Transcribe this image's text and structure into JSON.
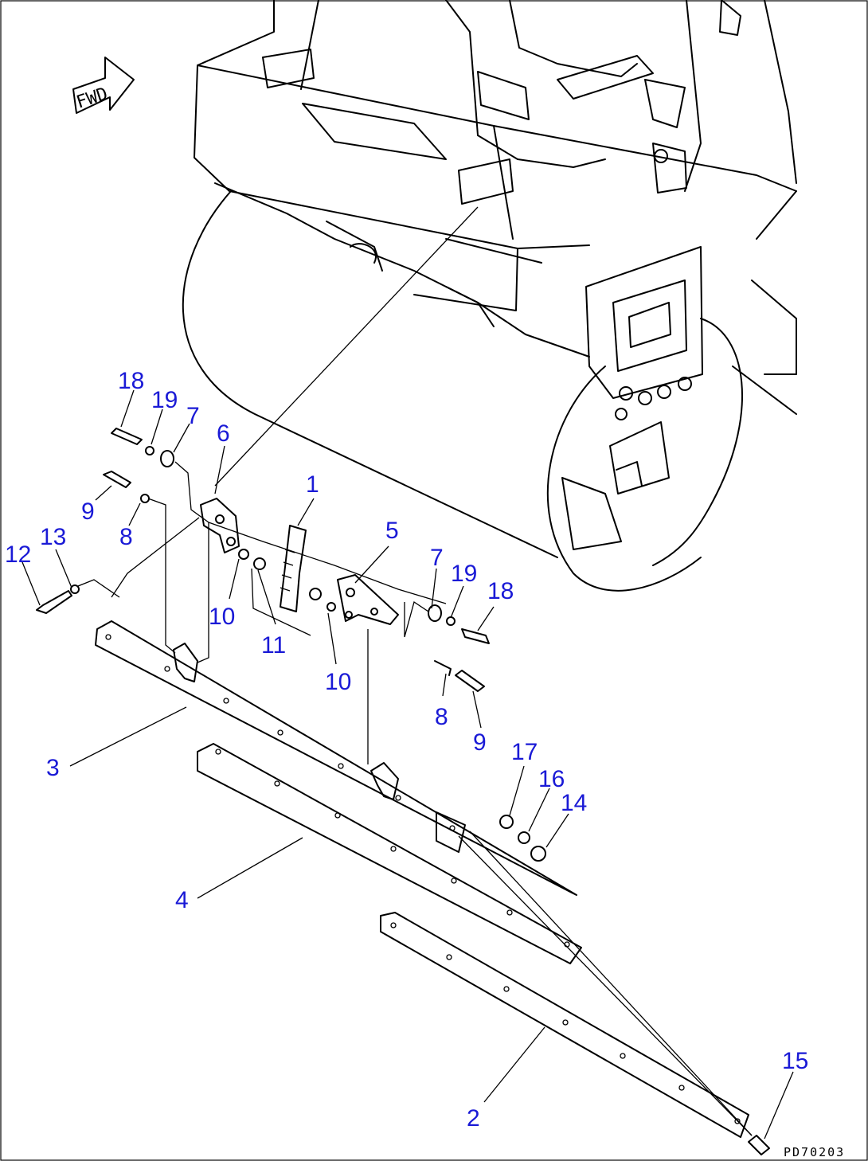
{
  "fwd_label": "FWD",
  "drawing_code": "PD70203",
  "callout_color": "#1a1ad6",
  "callouts": [
    "1",
    "2",
    "3",
    "4",
    "5",
    "6",
    "7",
    "8",
    "9",
    "10",
    "11",
    "12",
    "13",
    "14",
    "15",
    "16",
    "17",
    "18",
    "19"
  ],
  "callouts_repeat": [
    "7",
    "8",
    "9",
    "10",
    "18",
    "19"
  ]
}
